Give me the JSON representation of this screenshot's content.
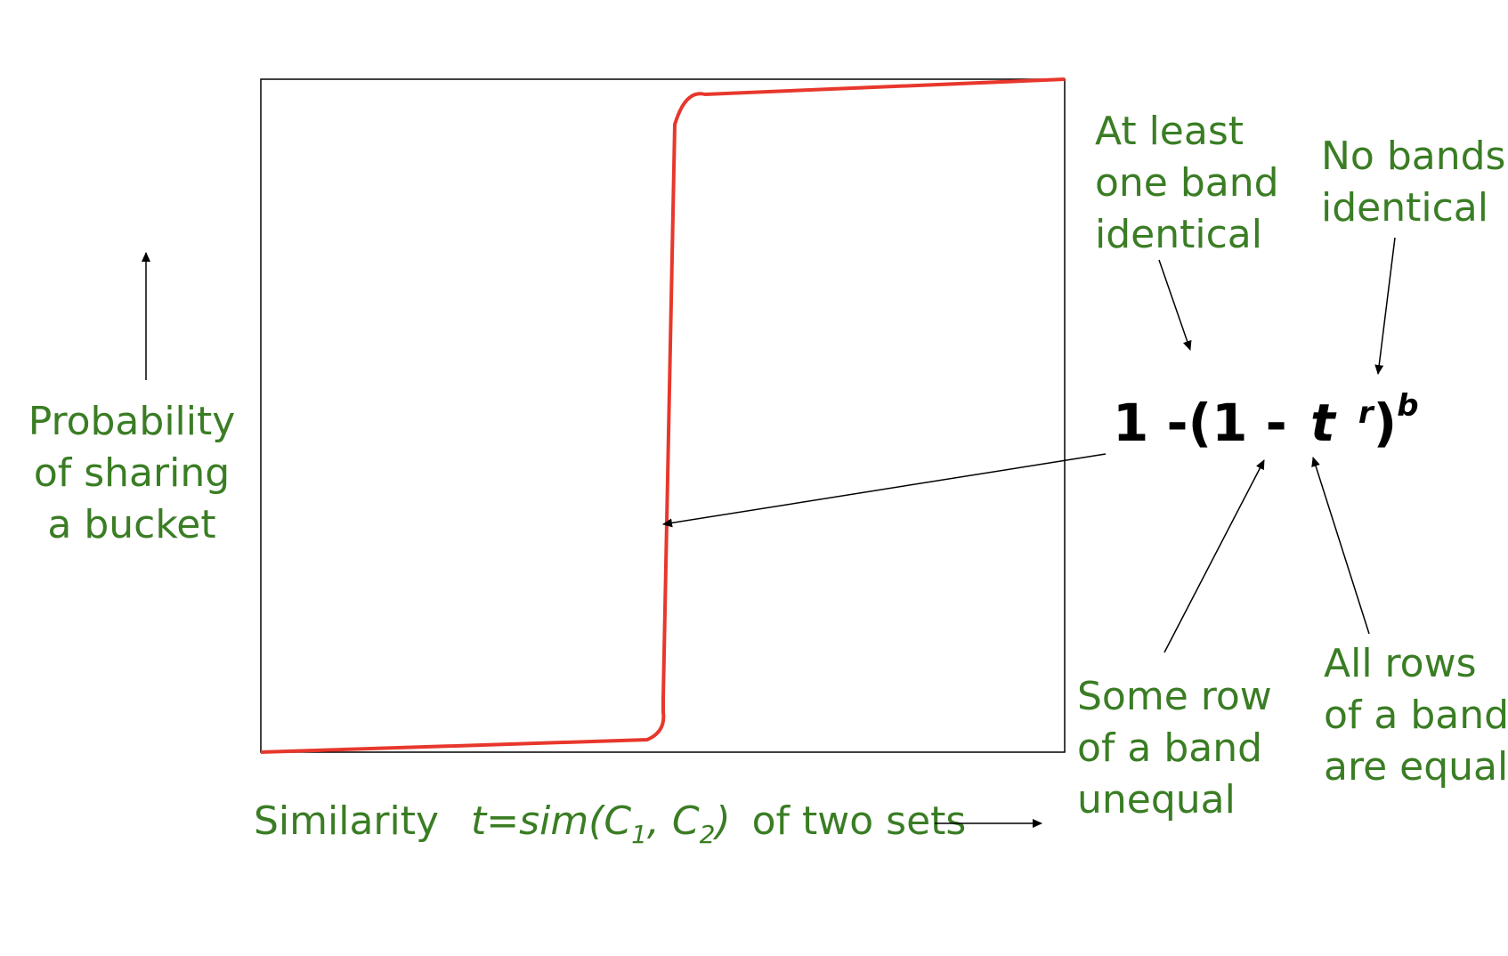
{
  "colors": {
    "curve": "#e8372c",
    "label_text": "#3a7d24",
    "ink": "#000000"
  },
  "y_axis_label": [
    "Probability",
    "of sharing",
    "a bucket"
  ],
  "x_axis_label": {
    "prefix": "Similarity",
    "t_eq_sim": "t=sim(C",
    "sub1": "1",
    "comma": ", C",
    "sub2": "2",
    "close_paren": ")",
    "suffix": "of two sets"
  },
  "formula": {
    "part1": "1 -(1 -",
    "t": "t",
    "r": "r",
    "close": ")",
    "b": "b"
  },
  "annotations": {
    "at_least_one": [
      "At least",
      "one band",
      "identical"
    ],
    "no_bands": [
      "No bands",
      "identical"
    ],
    "some_row": [
      "Some row",
      "of a band",
      "unequal"
    ],
    "all_rows": [
      "All rows",
      "of a band",
      "are equal"
    ]
  }
}
